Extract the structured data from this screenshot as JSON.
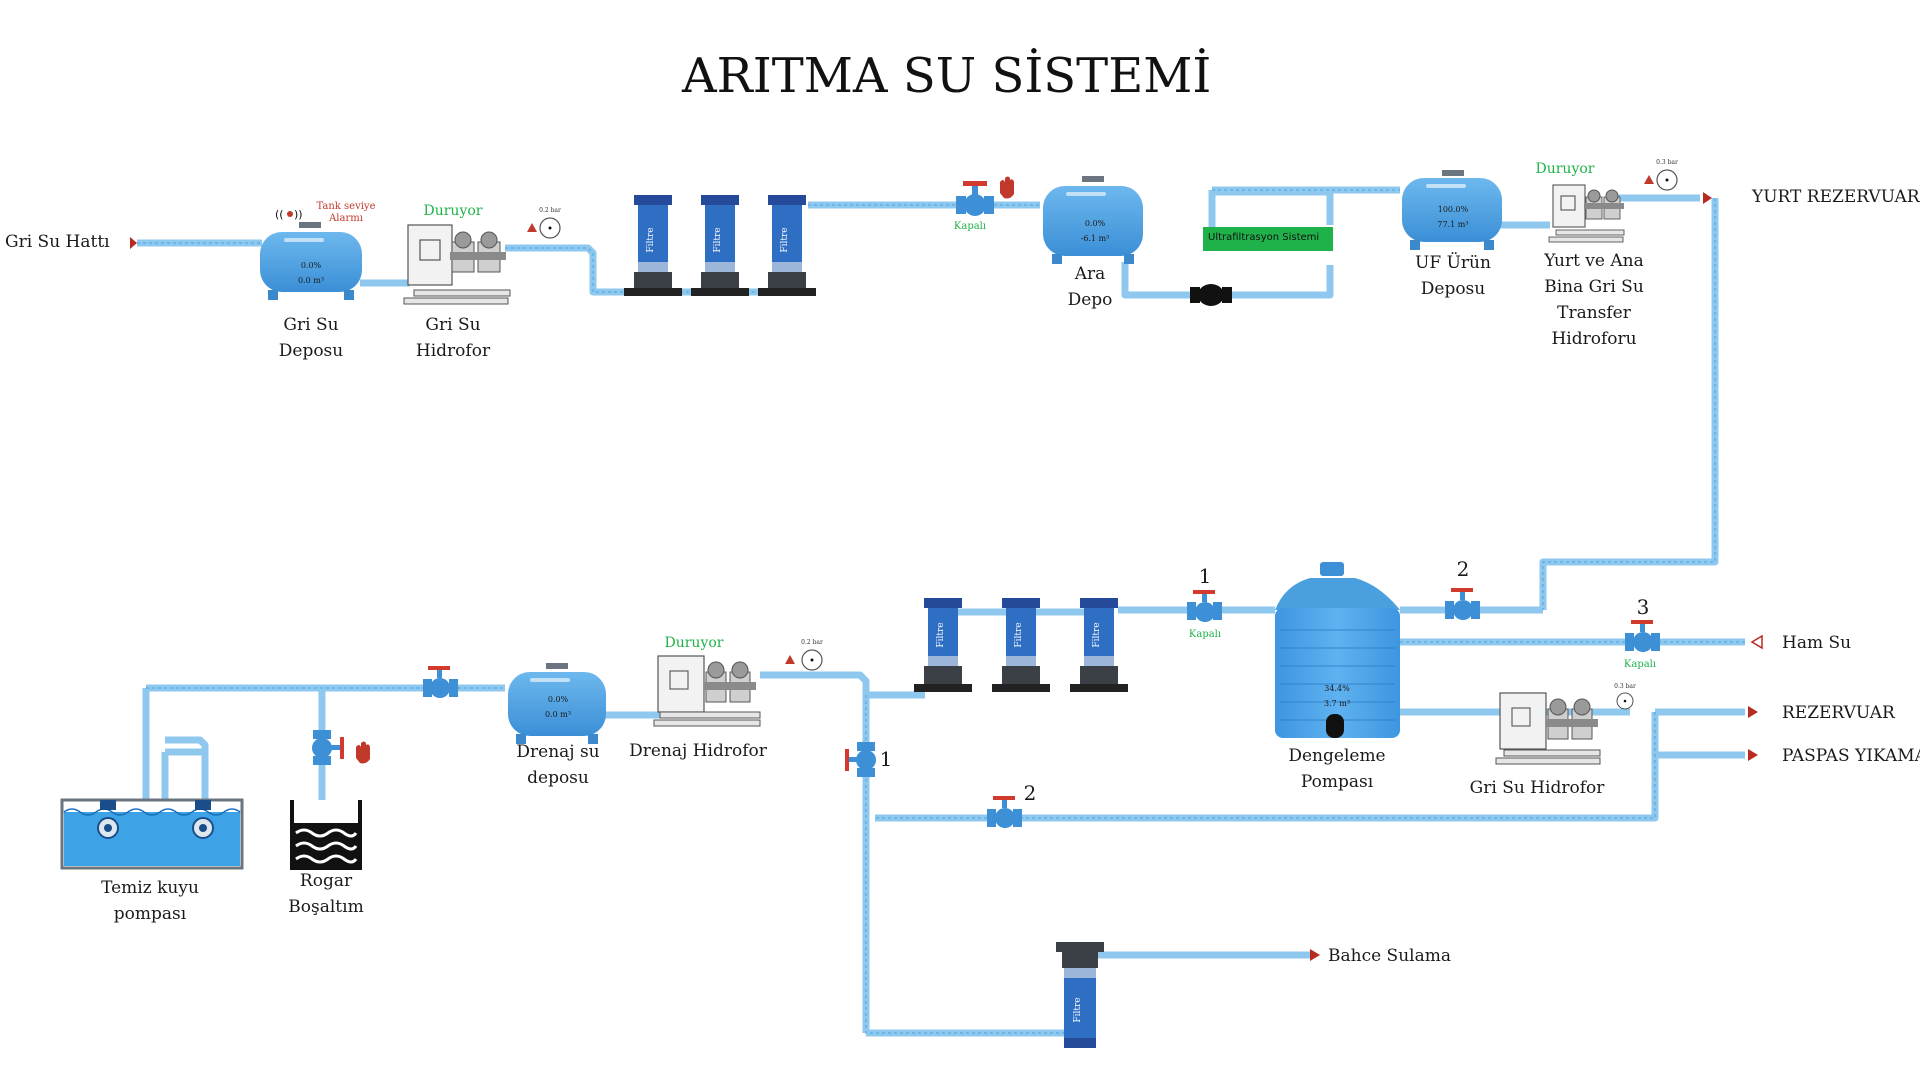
{
  "title": "ARITMA SU SİSTEMİ",
  "colors": {
    "pipe": "#8ec8ee",
    "pipe_edge": "#4f9fdc",
    "tank": "#4a9fdf",
    "filter_top": "#2f6fc3",
    "filter_body": "#3b3f46",
    "valve": "#3d8fd6",
    "handle": "#d23a2e",
    "running": "#1fb24a",
    "uf_banner": "#1fb24a",
    "arrow": "#b72b20"
  },
  "labels": {
    "gri_su_hatti": "Gri Su Hattı",
    "yurt_rezervuar": "YURT REZERVUAR",
    "ham_su": "Ham Su",
    "rezervuar": "REZERVUAR",
    "paspas_yikama": "PASPAS YIKAMA",
    "bahce_sulama": "Bahce Sulama"
  },
  "tanks": {
    "gri_su_deposu": {
      "name1": "Gri Su",
      "name2": "Deposu",
      "percent": "0.0%",
      "volume": "0.0 m³",
      "alarm1": "Tank seviye",
      "alarm2": "Alarmı"
    },
    "ara_depo": {
      "name1": "Ara",
      "name2": "Depo",
      "percent": "0.0%",
      "volume": "-6.1 m³"
    },
    "uf_urun_deposu": {
      "name1": "UF Ürün",
      "name2": "Deposu",
      "percent": "100.0%",
      "volume": "77.1 m³"
    },
    "drenaj_su_deposu": {
      "name1": "Drenaj su",
      "name2": "deposu",
      "percent": "0.0%",
      "volume": "0.0 m³"
    },
    "dengeleme": {
      "name1": "Dengeleme",
      "name2": "Pompası",
      "percent": "34.4%",
      "volume": "3.7 m³"
    }
  },
  "pumps": {
    "gri_su_hidrofor": {
      "name1": "Gri Su",
      "name2": "Hidrofor",
      "status": "Duruyor",
      "pressure": "0.2 bar"
    },
    "yurt_transfer": {
      "l1": "Yurt ve Ana",
      "l2": "Bina Gri Su",
      "l3": "Transfer",
      "l4": "Hidroforu",
      "status": "Duruyor",
      "pressure": "0.3 bar"
    },
    "drenaj_hidrofor": {
      "name": "Drenaj Hidrofor",
      "status": "Duruyor",
      "pressure": "0.2 bar"
    },
    "gri_su_hidrofor_2": {
      "name": "Gri Su Hidrofor",
      "pressure": "0.3 bar"
    }
  },
  "uf_banner": "Ultrafiltrasyon Sistemi",
  "filter_label": "Filtre",
  "valves": {
    "ara_depo_valve": "Kapalı",
    "v1_top": {
      "num": "1",
      "state": "Kapalı"
    },
    "v2_top": {
      "num": "2"
    },
    "v3_ham": {
      "num": "3",
      "state": "Kapalı"
    },
    "v1_side": {
      "num": "1"
    },
    "v2_bottom": {
      "num": "2"
    }
  },
  "well": {
    "name1": "Temiz kuyu",
    "name2": "pompası"
  },
  "drain": {
    "name1": "Rogar",
    "name2": "Boşaltım"
  }
}
